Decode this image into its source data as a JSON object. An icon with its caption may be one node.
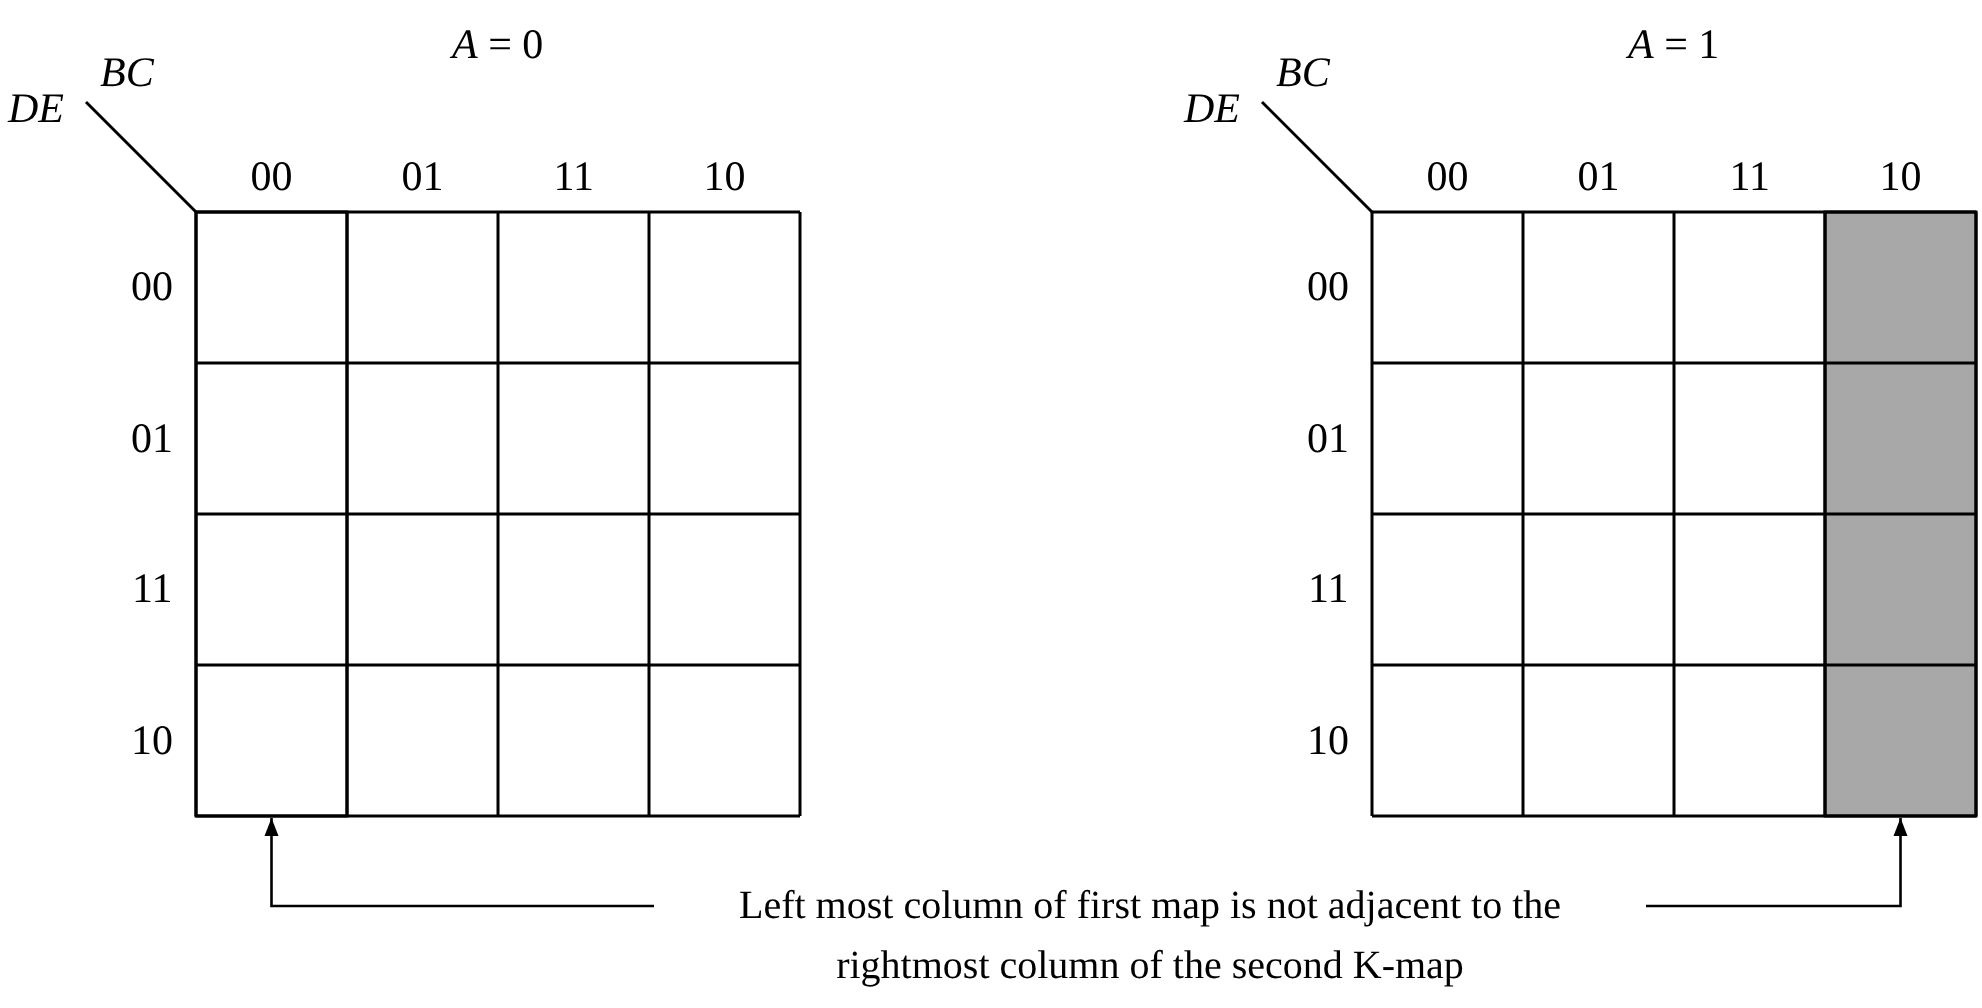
{
  "diagram": {
    "nodes": [
      {
        "text": [],
        "shape": "box"
      },
      {
        "text": [],
        "shape": "box"
      },
      {
        "text": [
          "Left most column of first map is not adjacent to the rightmost column of the second K-map"
        ]
      }
    ],
    "edges": [
      {
        "from": 2,
        "to": 0,
        "arrow": "to"
      },
      {
        "from": 2,
        "to": 1,
        "arrow": "to"
      }
    ],
    "labels": [
      "*A* = 0",
      "BC",
      "DE",
      "00",
      "01",
      "11",
      "10",
      "00",
      "01",
      "11",
      "10",
      "*A* = 1",
      "BC",
      "DE",
      "00",
      "01",
      "11",
      "10",
      "00",
      "01",
      "11",
      "10"
    ]
  }
}
